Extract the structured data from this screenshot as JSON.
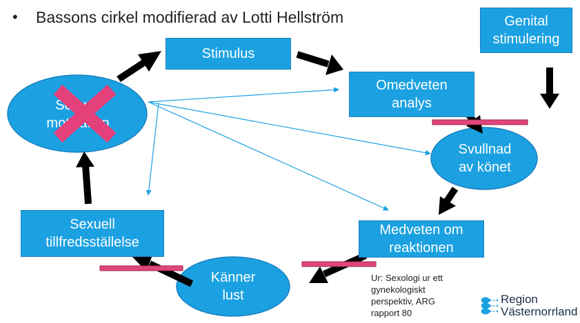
{
  "slide": {
    "bullet_text": "Bassons cirkel modifierad av Lotti Hellström"
  },
  "nodes": {
    "stimulus": "Stimulus",
    "omedveten": [
      "Omedveten",
      "analys"
    ],
    "genital": [
      "Genital",
      "stimulering"
    ],
    "svullnad": [
      "Svullnad",
      "av könet"
    ],
    "medveten": [
      "Medveten om",
      "reaktionen"
    ],
    "kanner": [
      "Känner",
      "lust"
    ],
    "sexuell_tillfredsstallelse": [
      "Sexuell",
      "tillfredsställelse"
    ],
    "sexuell_motivation": [
      "Sexuell",
      "motivation"
    ]
  },
  "source_lines": [
    "Ur: Sexologi ur ett",
    "gynekologiskt",
    "perspektiv, ARG",
    "rapport 80"
  ],
  "logo": [
    "Region",
    "Västernorrland"
  ],
  "colors": {
    "box_fill": "#1ba1e2",
    "box_border": "#1b7fbf",
    "arrow_black": "#000000",
    "thin_arrow": "#1ba1e2",
    "barrier_pink": "#e0457b",
    "cross_pink": "#e4407a"
  }
}
